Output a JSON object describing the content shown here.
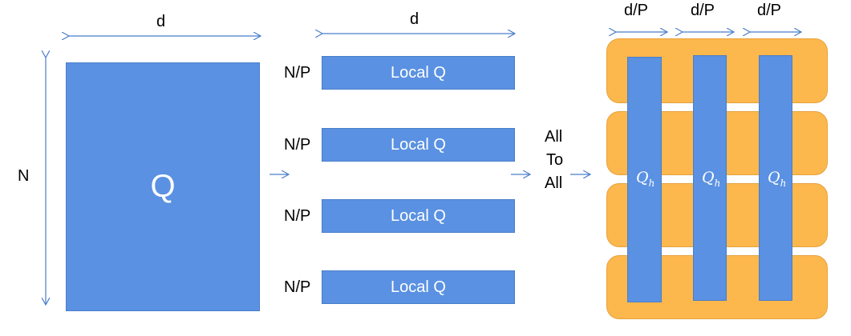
{
  "matrix": {
    "label": "Q",
    "width_label": "d",
    "height_label": "N"
  },
  "local": {
    "width_label": "d",
    "row_label": "N/P",
    "block_label": "Local Q",
    "count": 4
  },
  "transfer": {
    "line1": "All",
    "line2": "To",
    "line3": "All"
  },
  "heads": {
    "col_label": "d/P",
    "head_label": "Q",
    "head_sub": "h"
  },
  "colors": {
    "blue": "#5a91e2",
    "orange": "#fdb84d",
    "arrow": "#4a7dc9"
  }
}
